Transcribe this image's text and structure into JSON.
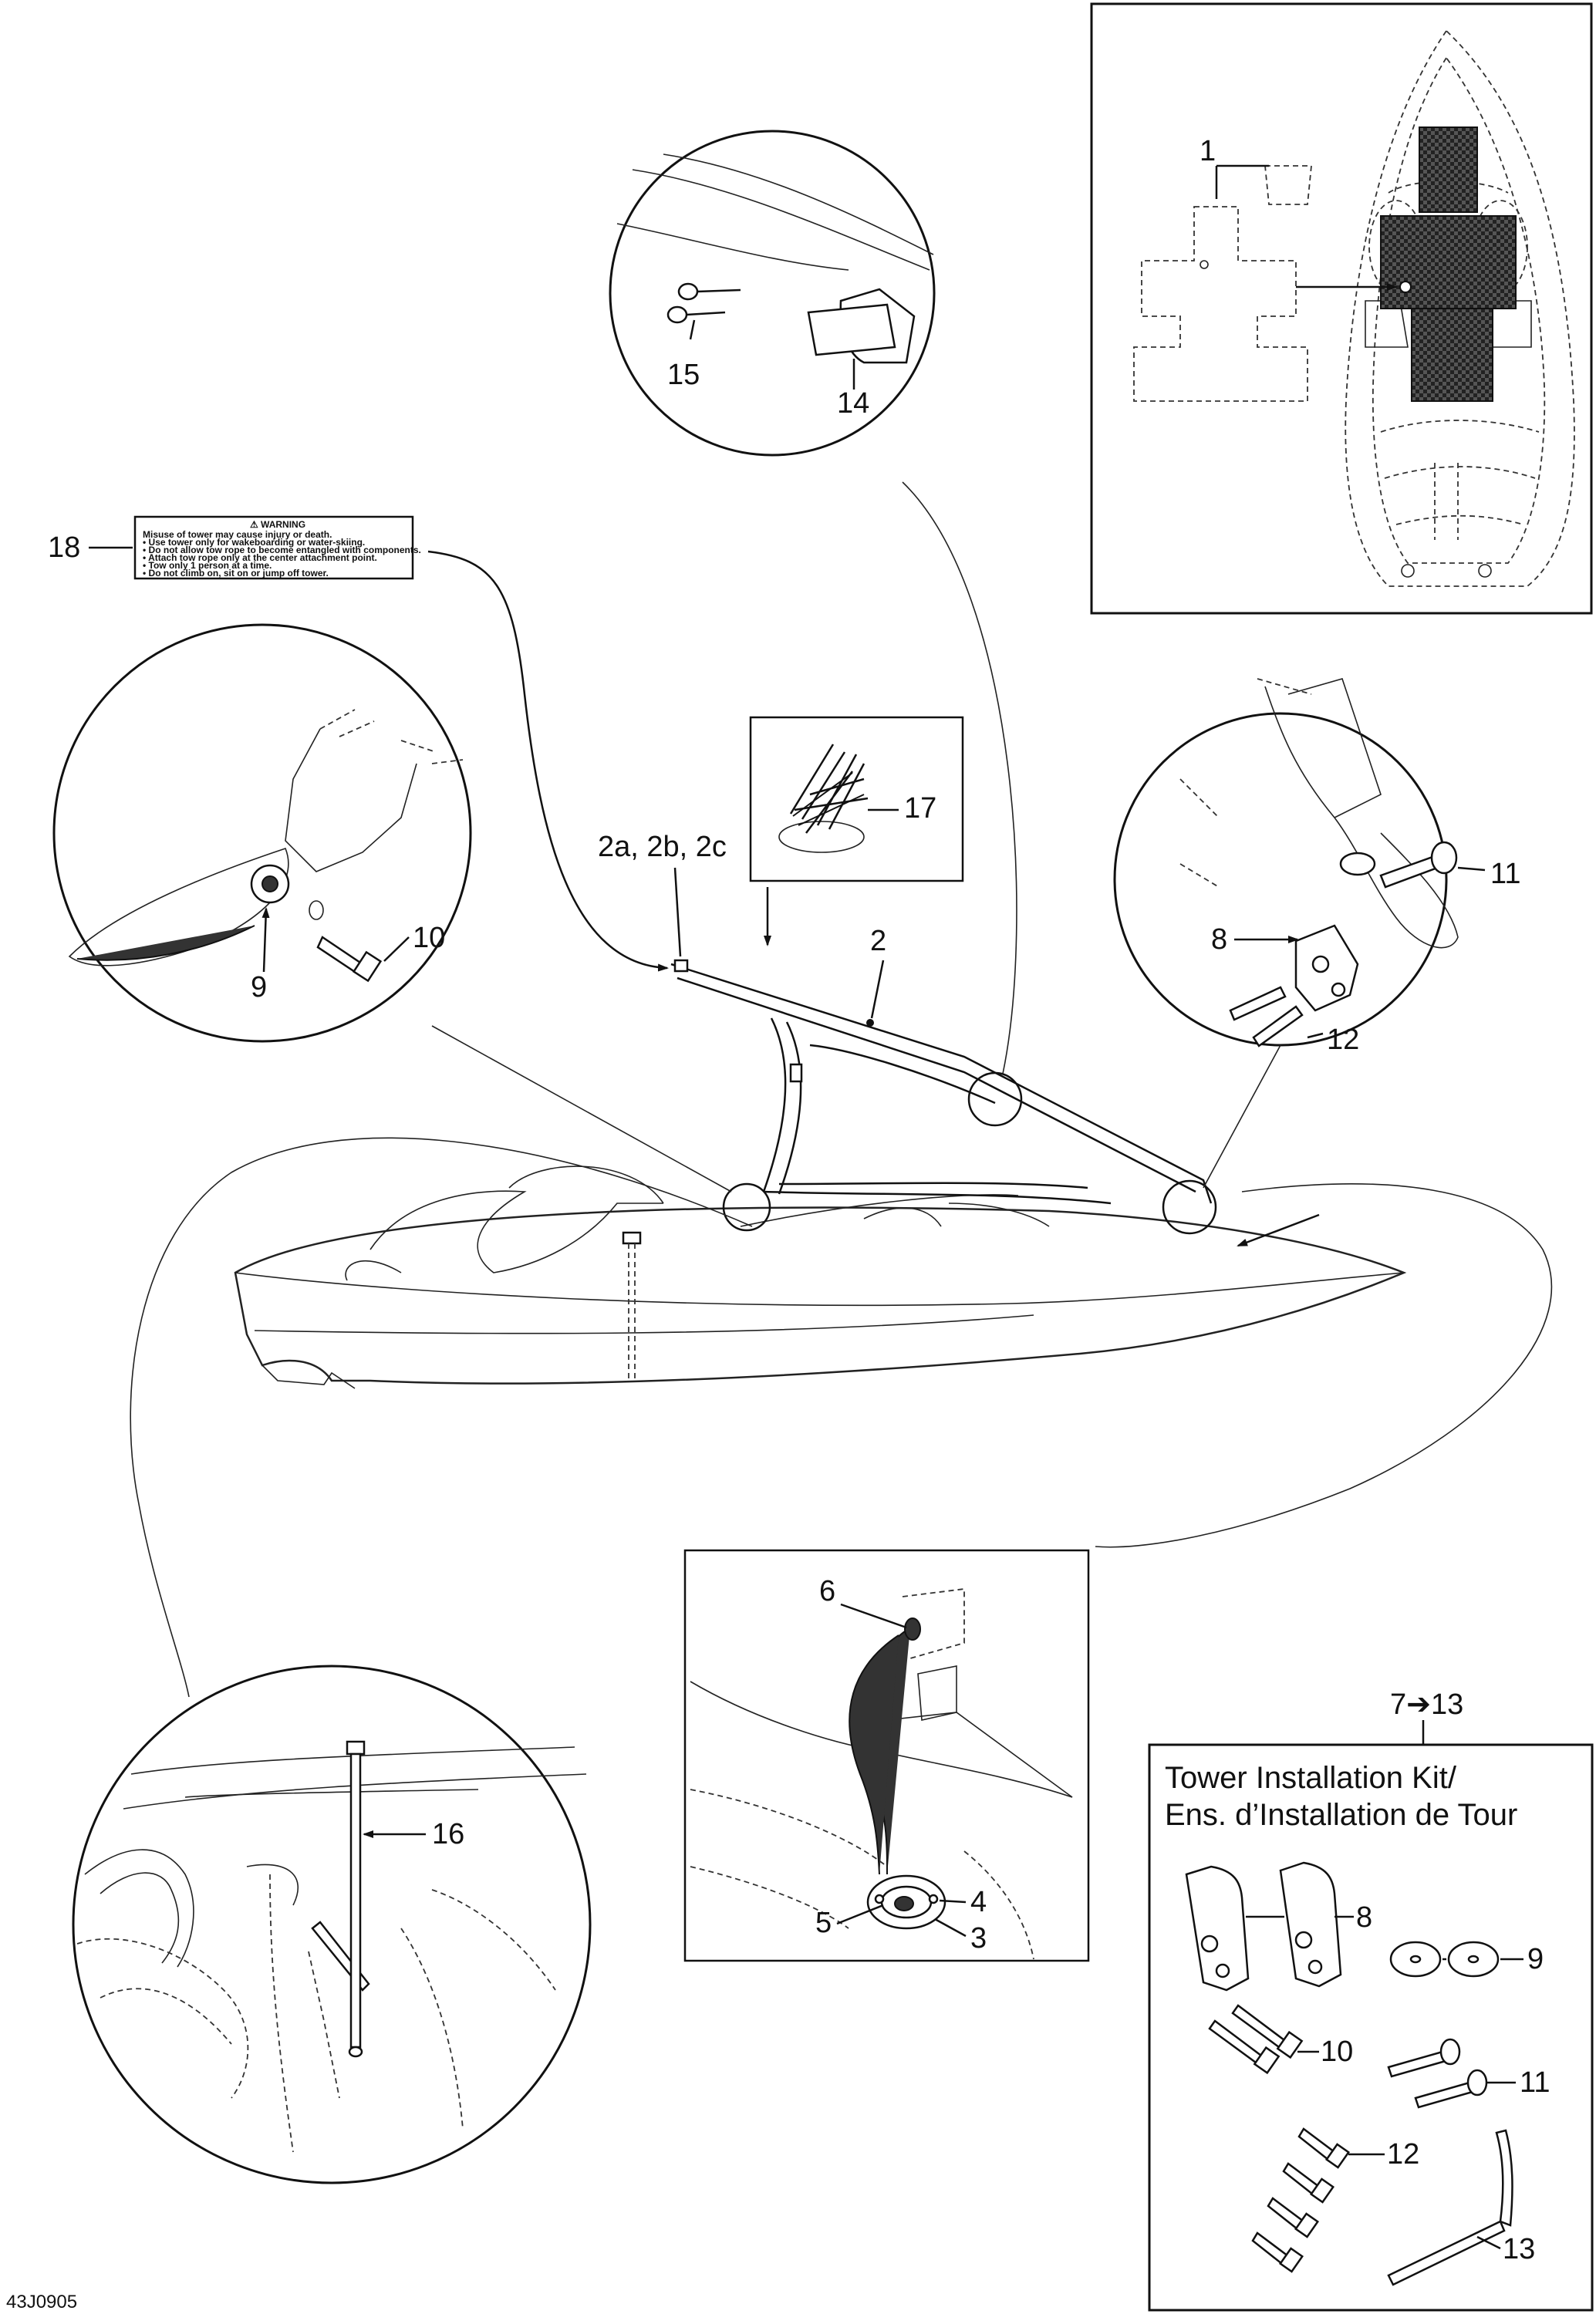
{
  "figure_id": "43J0905",
  "kit": {
    "ref": "7➔13",
    "title_line1": "Tower Installation Kit/",
    "title_line2": "Ens. d’Installation de Tour"
  },
  "warning_decal": {
    "heading": "⚠ WARNING",
    "lines": [
      "Misuse of tower may cause injury or death.",
      "• Use tower only for wakeboarding or water-skiing.",
      "• Do not allow tow rope to become entangled with components.",
      "• Attach tow rope only at the center attachment point.",
      "• Tow only 1 person at a time.",
      "• Do not climb on, sit on or jump off tower."
    ]
  },
  "callouts": {
    "c1": "1",
    "c2": "2",
    "c2abc": "2a, 2b, 2c",
    "c3": "3",
    "c4": "4",
    "c5": "5",
    "c6": "6",
    "c8": "8",
    "c9": "9",
    "c10": "10",
    "c11": "11",
    "c12": "12",
    "c14": "14",
    "c15": "15",
    "c16": "16",
    "c17": "17",
    "c18": "18",
    "k8": "8",
    "k9": "9",
    "k10": "10",
    "k11": "11",
    "k12": "12",
    "k13": "13"
  }
}
